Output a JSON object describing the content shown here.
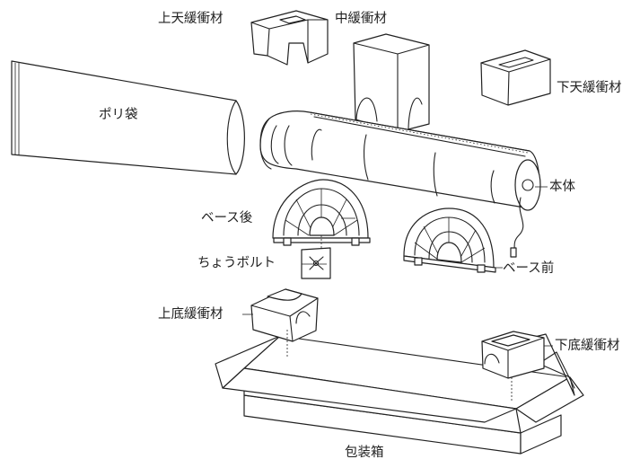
{
  "labels": {
    "top_upper_cushion": "上天緩衝材",
    "middle_cushion": "中緩衝材",
    "top_lower_cushion": "下天緩衝材",
    "poly_bag": "ポリ袋",
    "main_body": "本体",
    "base_rear": "ベース後",
    "butterfly_bolt": "ちょうボルト",
    "base_front": "ベース前",
    "bottom_upper_cushion": "上底緩衝材",
    "bottom_lower_cushion": "下底緩衝材",
    "carton_box": "包装箱"
  }
}
